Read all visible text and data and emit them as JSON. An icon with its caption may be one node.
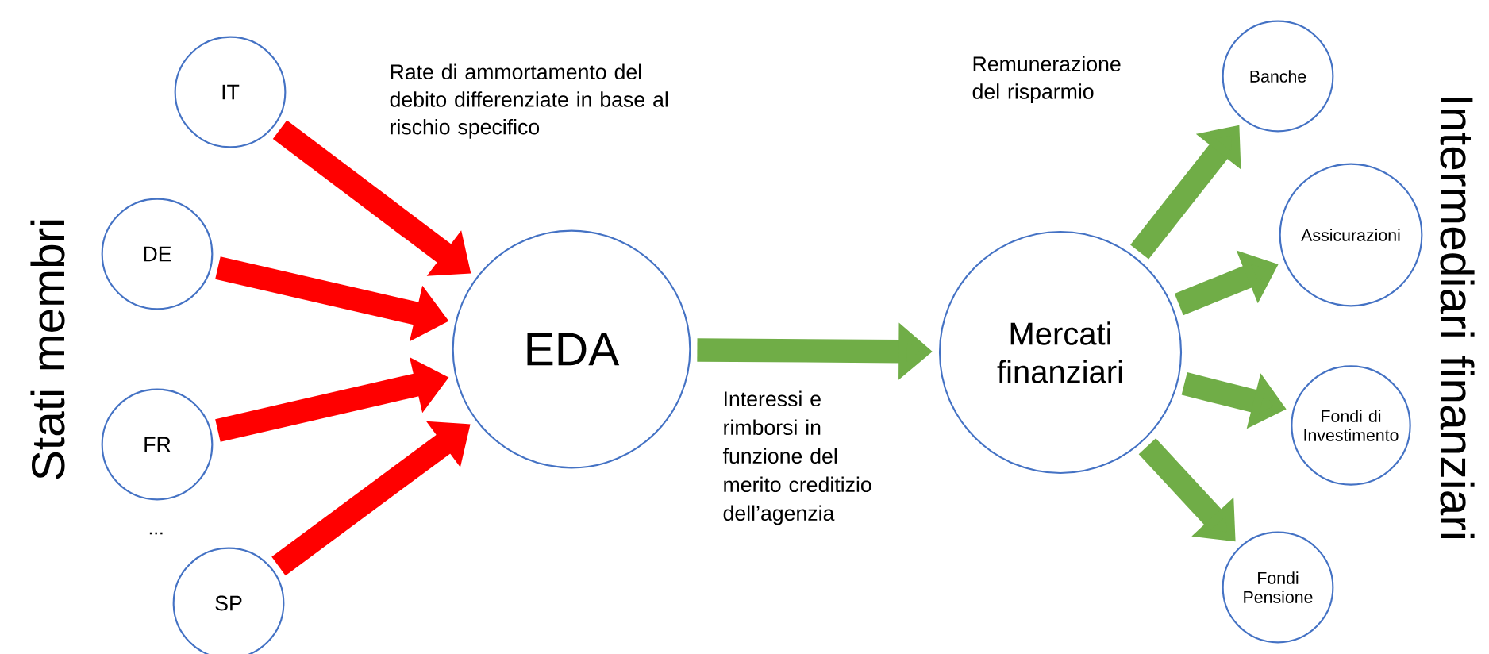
{
  "diagram": {
    "nodes": [
      {
        "text": [
          "IT"
        ]
      },
      {
        "text": [
          "DE"
        ]
      },
      {
        "text": [
          "FR"
        ]
      },
      {
        "text": [
          "SP"
        ]
      },
      {
        "text": [
          "EDA"
        ]
      },
      {
        "text": [
          "Mercati finanziari"
        ]
      },
      {
        "text": [
          "Banche"
        ]
      },
      {
        "text": [
          "Assicurazioni"
        ]
      },
      {
        "text": [
          "Fondi di Investimento"
        ]
      },
      {
        "text": [
          "Fondi Pensione"
        ]
      }
    ],
    "edges": [
      {
        "from": 0,
        "to": 4,
        "arrow": "to",
        "color": "#ff0000"
      },
      {
        "from": 1,
        "to": 4,
        "arrow": "to",
        "color": "#ff0000"
      },
      {
        "from": 2,
        "to": 4,
        "arrow": "to",
        "color": "#ff0000"
      },
      {
        "from": 3,
        "to": 4,
        "arrow": "to",
        "color": "#ff0000"
      },
      {
        "from": 4,
        "to": 5,
        "arrow": "to",
        "label": "Interessi e rimborsi in funzione del merito creditizio dell’agenzia"
      },
      {
        "from": 5,
        "to": 6,
        "arrow": "to"
      },
      {
        "from": 5,
        "to": 7,
        "arrow": "to"
      },
      {
        "from": 5,
        "to": 8,
        "arrow": "to"
      },
      {
        "from": 5,
        "to": 9,
        "arrow": "to"
      }
    ],
    "labels": [
      "Rate di ammortamento del debito differenziate in base al rischio specifico",
      "Remunerazione del risparmio",
      "Stati membri",
      "Intermediari finanziari",
      "..."
    ]
  }
}
